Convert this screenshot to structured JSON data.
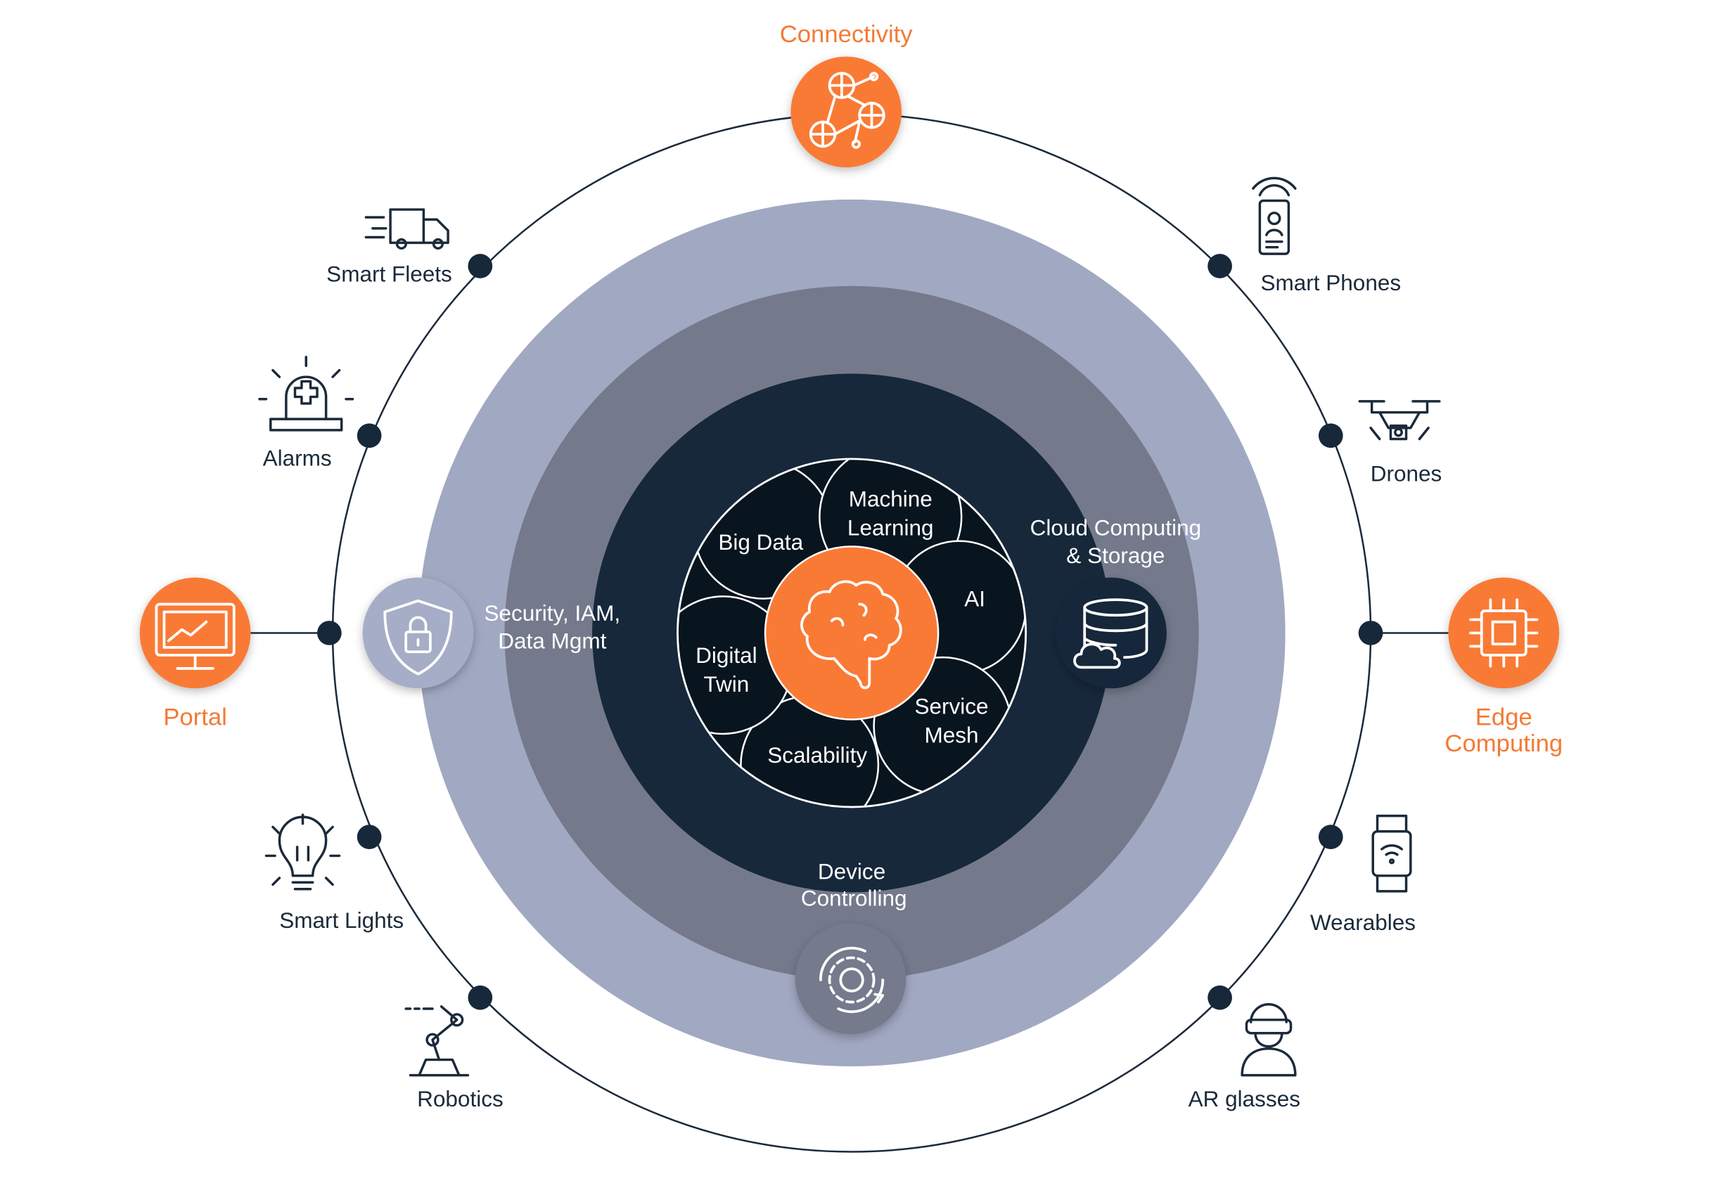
{
  "colors": {
    "orange": "#f97a35",
    "navy": "#16283a",
    "core": "#08141e",
    "slate": "#747a8c",
    "lavender": "#a1a8c2",
    "outline": "#1b2a3a"
  },
  "center": {
    "icon": "brain-icon"
  },
  "core_topics": [
    "Big Data",
    "Machine Learning",
    "AI",
    "Service Mesh",
    "Scalability",
    "Digital Twin"
  ],
  "core_topics_lines": {
    "machine_learning": [
      "Machine",
      "Learning"
    ],
    "digital_twin": [
      "Digital",
      "Twin"
    ],
    "service_mesh": [
      "Service",
      "Mesh"
    ]
  },
  "rings": {
    "cloud": {
      "lines": [
        "Cloud Computing",
        "& Storage"
      ],
      "icon": "database-cloud-icon"
    },
    "security": {
      "lines": [
        "Security, IAM,",
        "Data Mgmt"
      ],
      "icon": "shield-lock-icon"
    },
    "device": {
      "lines": [
        "Device",
        "Controlling"
      ],
      "icon": "gear-cycle-icon"
    }
  },
  "highlights": {
    "connectivity": {
      "label": "Connectivity",
      "icon": "network-globe-icon"
    },
    "portal": {
      "label": "Portal",
      "icon": "monitor-chart-icon"
    },
    "edge": {
      "lines": [
        "Edge",
        "Computing"
      ],
      "icon": "chip-icon"
    }
  },
  "devices": {
    "smart_fleets": "Smart Fleets",
    "alarms": "Alarms",
    "smart_lights": "Smart Lights",
    "robotics": "Robotics",
    "smart_phones": "Smart Phones",
    "drones": "Drones",
    "wearables": "Wearables",
    "ar_glasses": "AR glasses"
  }
}
